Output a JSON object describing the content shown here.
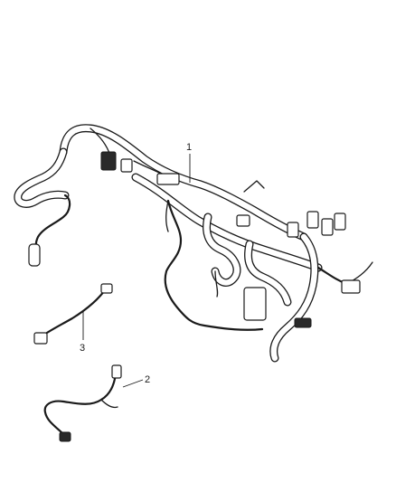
{
  "callouts": {
    "main_harness": "1",
    "jumper_harness": "2",
    "short_harness": "3"
  },
  "colors": {
    "line": "#1a1a1a",
    "background": "#ffffff"
  }
}
